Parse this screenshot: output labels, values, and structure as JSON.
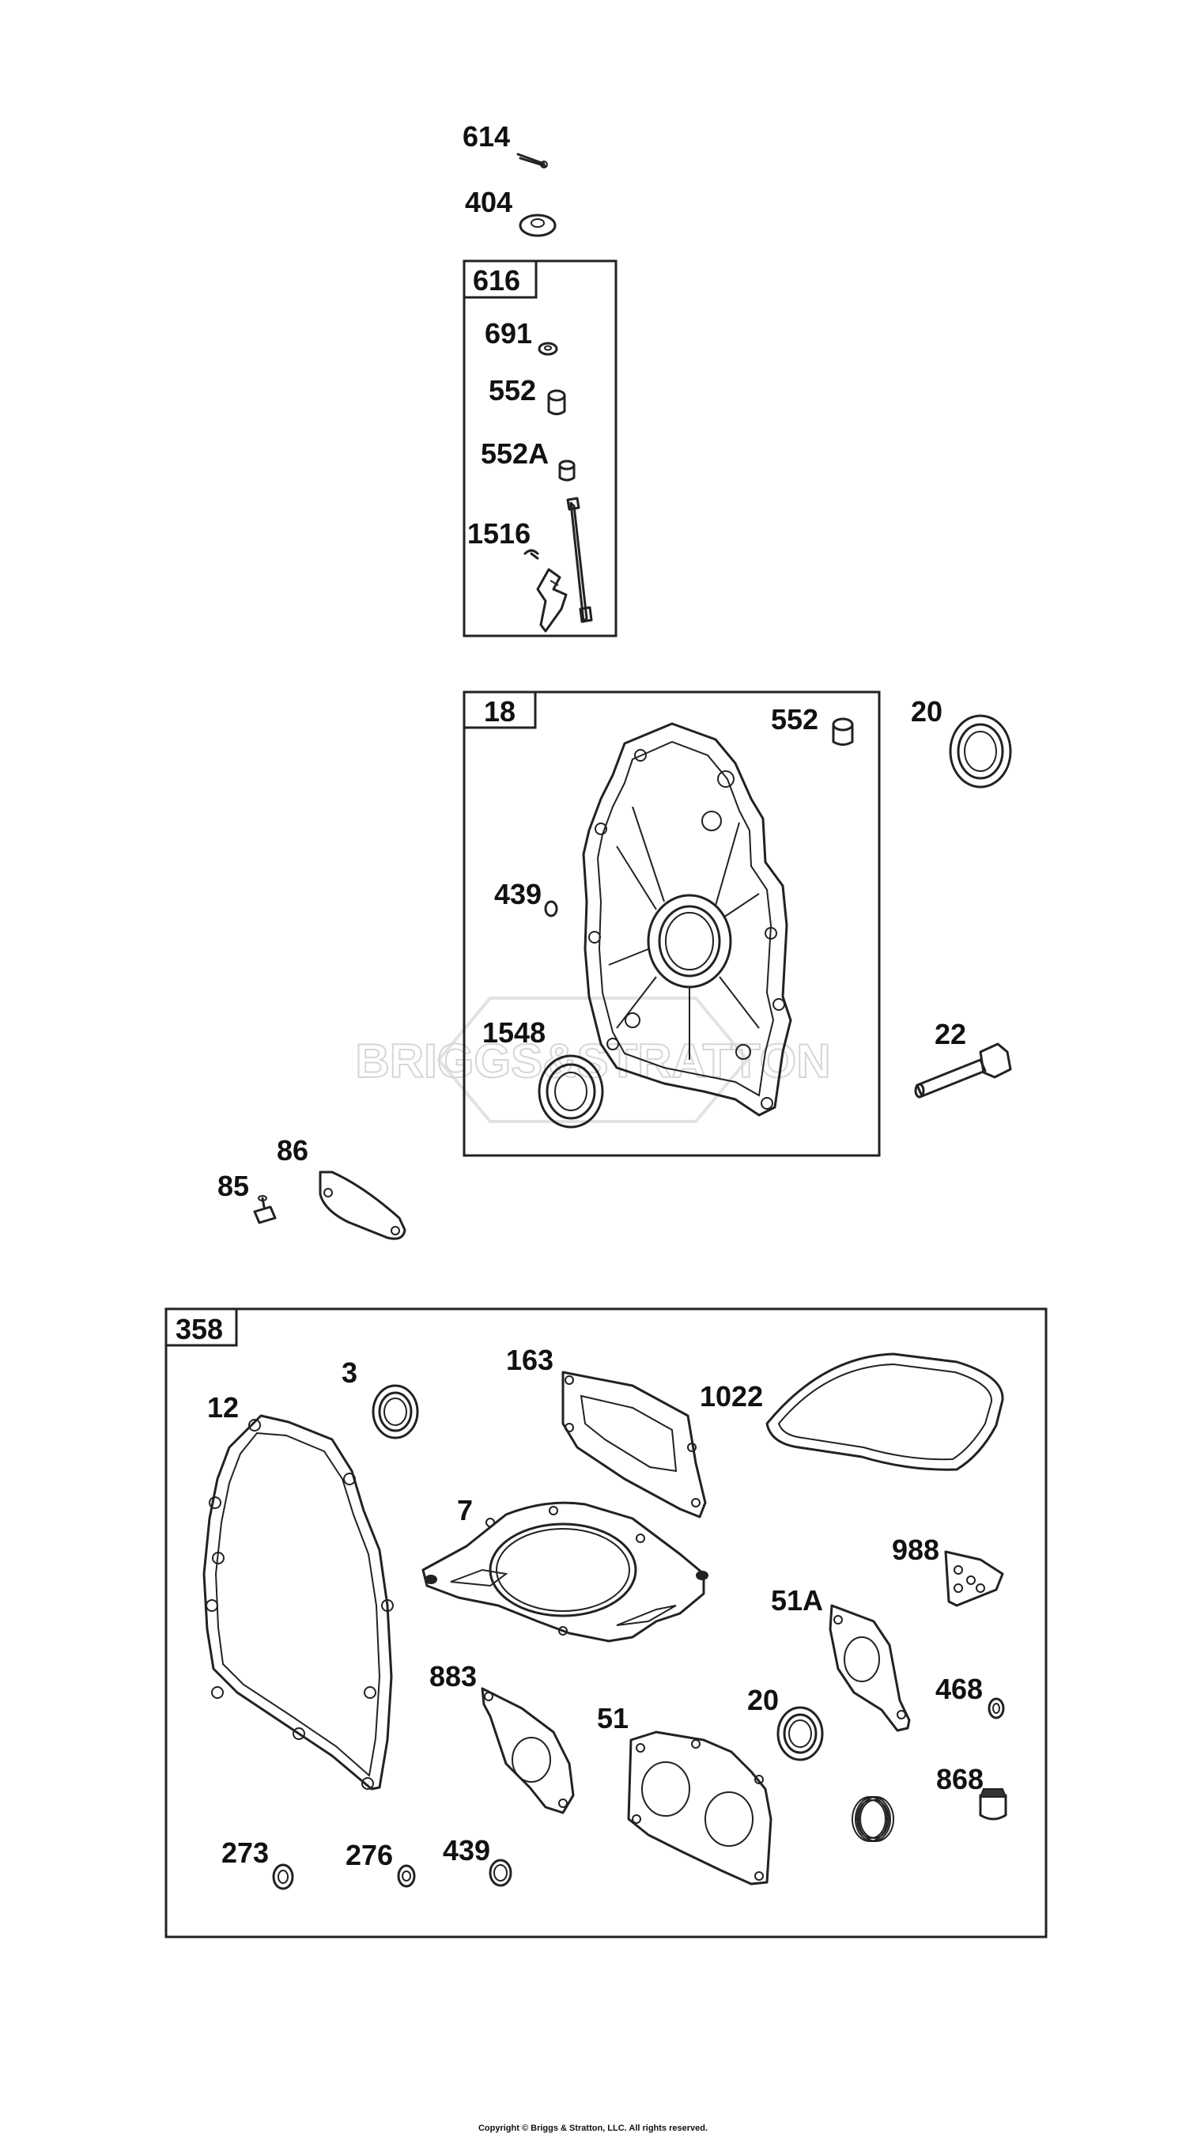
{
  "watermark": "BRIGGS&STRATTON",
  "copyright": "Copyright © Briggs & Stratton, LLC. All rights reserved.",
  "kits": {
    "k616": "616",
    "k18": "18",
    "k358": "358"
  },
  "parts": {
    "p614": "614",
    "p404": "404",
    "p691": "691",
    "p552a_kit": "552",
    "p552A": "552A",
    "p1516": "1516",
    "p552b": "552",
    "p439a": "439",
    "p1548": "1548",
    "p20a": "20",
    "p22": "22",
    "p86": "86",
    "p85": "85",
    "p3": "3",
    "p12": "12",
    "p163": "163",
    "p1022": "1022",
    "p7": "7",
    "p988": "988",
    "p51A": "51A",
    "p883": "883",
    "p51": "51",
    "p20b": "20",
    "p468": "468",
    "p868": "868",
    "p273": "273",
    "p276": "276",
    "p439b": "439"
  }
}
